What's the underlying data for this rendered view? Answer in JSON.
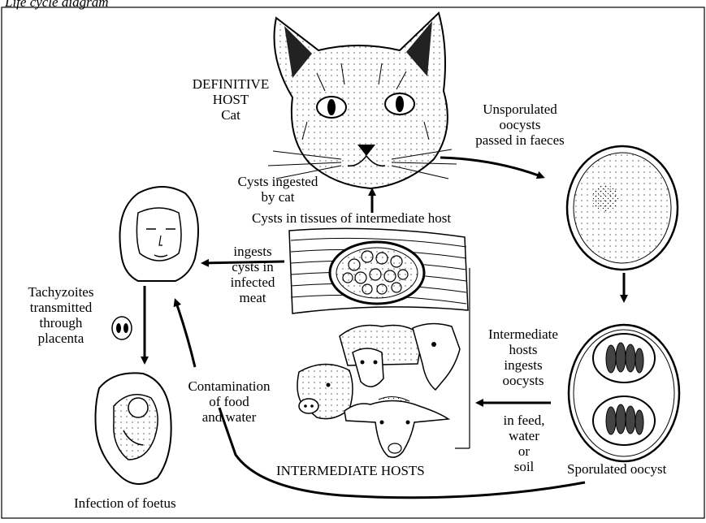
{
  "diagram": {
    "heading_fragment": "Life cycle diagram",
    "definitive_host": {
      "line1": "DEFINITIVE",
      "line2": "HOST",
      "line3": "Cat"
    },
    "unsporulated": {
      "line1": "Unsporulated",
      "line2": "oocysts",
      "line3": "passed in faeces"
    },
    "cysts_ingested": {
      "line1": "Cysts ingested",
      "line2": "by cat"
    },
    "cysts_in_tissues": "Cysts in tissues of intermediate host",
    "ingests_cysts": {
      "line1": "ingests",
      "line2": "cysts in",
      "line3": "infected",
      "line4": "meat"
    },
    "tachyzoites": {
      "line1": "Tachyzoites",
      "line2": "transmitted",
      "line3": "through",
      "line4": "placenta"
    },
    "intermediate_ingests": {
      "line1": "Intermediate",
      "line2": "hosts",
      "line3": "ingests",
      "line4": "oocysts"
    },
    "in_feed": {
      "line1": "in feed,",
      "line2": "water",
      "line3": "or",
      "line4": "soil"
    },
    "contamination": {
      "line1": "Contamination",
      "line2": "of food",
      "line3": "and water"
    },
    "intermediate_hosts": "INTERMEDIATE HOSTS",
    "sporulated": "Sporulated oocyst",
    "infection_foetus": "Infection of foetus"
  }
}
